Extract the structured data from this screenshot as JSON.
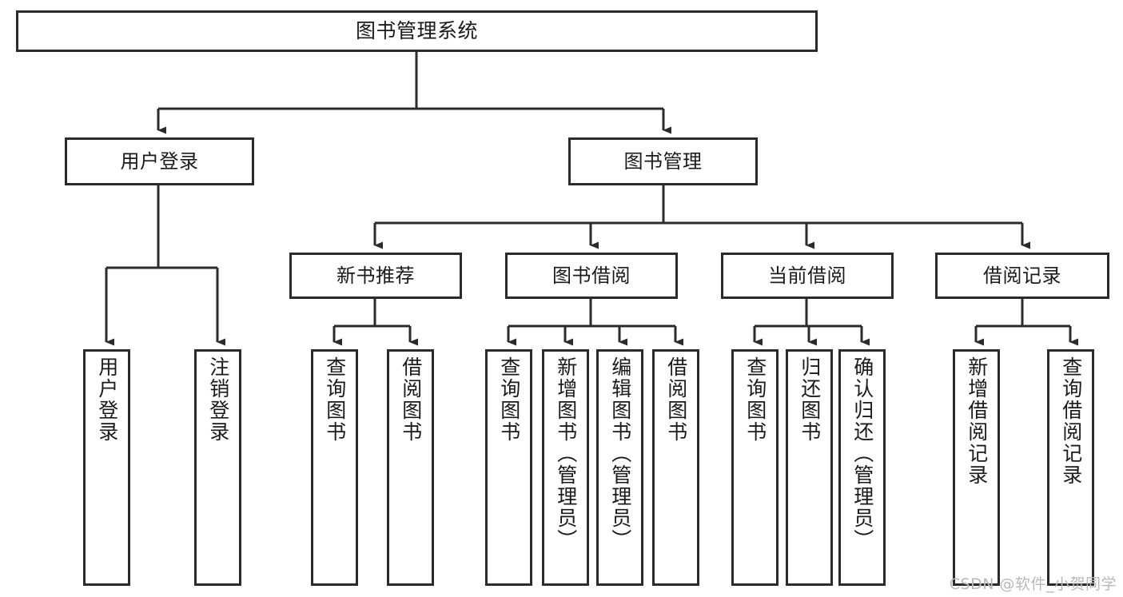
{
  "diagram": {
    "type": "tree",
    "title": "图书管理系统",
    "watermark": "CSDN @软件_小贺同学",
    "colors": {
      "box_border": "#2b2b2b",
      "box_fill": "#ffffff",
      "link": "#2b2b2b",
      "text": "#1a1a1a",
      "watermark": "#b9b9b9"
    },
    "nodes": {
      "root": {
        "label": "图书管理系统"
      },
      "level1": [
        {
          "label": "用户登录"
        },
        {
          "label": "图书管理"
        }
      ],
      "level2": [
        {
          "label": "新书推荐"
        },
        {
          "label": "图书借阅"
        },
        {
          "label": "当前借阅"
        },
        {
          "label": "借阅记录"
        }
      ],
      "leaves": {
        "user_login": [
          {
            "label": "用户登录"
          },
          {
            "label": "注销登录"
          }
        ],
        "new_book": [
          {
            "label": "查询图书"
          },
          {
            "label": "借阅图书"
          }
        ],
        "borrow_book": [
          {
            "label": "查询图书"
          },
          {
            "label": "新增图书（管理员）"
          },
          {
            "label": "编辑图书（管理员）"
          },
          {
            "label": "借阅图书"
          }
        ],
        "current_borrow": [
          {
            "label": "查询图书"
          },
          {
            "label": "归还图书"
          },
          {
            "label": "确认归还（管理员）"
          }
        ],
        "borrow_record": [
          {
            "label": "新增借阅记录"
          },
          {
            "label": "查询借阅记录"
          }
        ]
      }
    }
  }
}
